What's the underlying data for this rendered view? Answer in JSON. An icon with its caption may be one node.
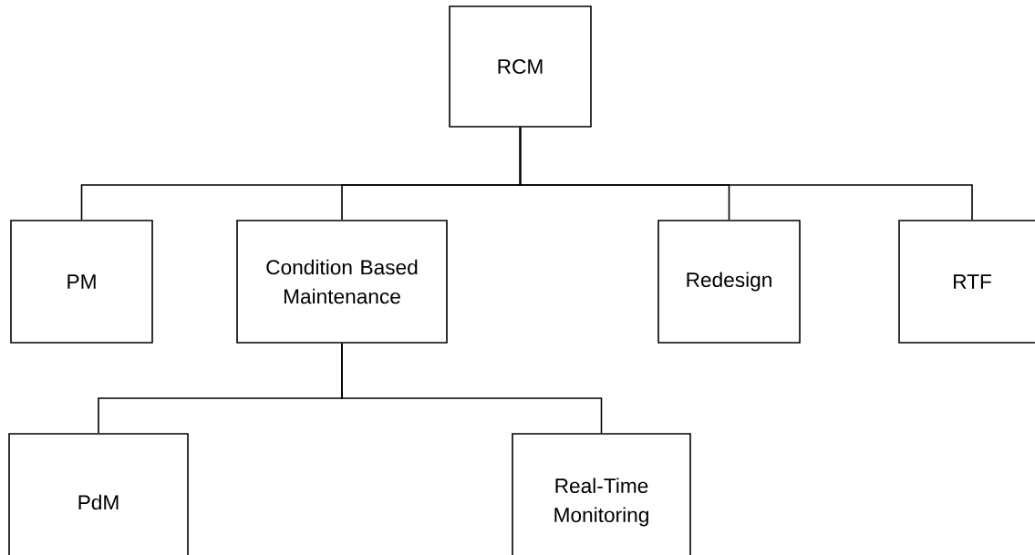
{
  "diagram": {
    "nodes": [
      {
        "text": [
          "RCM"
        ]
      },
      {
        "text": [
          "PM"
        ]
      },
      {
        "text": [
          "Condition Based Maintenance"
        ]
      },
      {
        "text": [
          "Redesign"
        ]
      },
      {
        "text": [
          "RTF"
        ]
      },
      {
        "text": [
          "PdM"
        ]
      },
      {
        "text": [
          "Real-Time Monitoring"
        ]
      }
    ],
    "edges": [
      {
        "from": 0,
        "to": 1,
        "arrow": "none"
      },
      {
        "from": 0,
        "to": 2,
        "arrow": "none"
      },
      {
        "from": 0,
        "to": 3,
        "arrow": "none"
      },
      {
        "from": 0,
        "to": 4,
        "arrow": "none"
      },
      {
        "from": 2,
        "to": 5,
        "arrow": "none"
      },
      {
        "from": 2,
        "to": 6,
        "arrow": "none"
      }
    ]
  }
}
